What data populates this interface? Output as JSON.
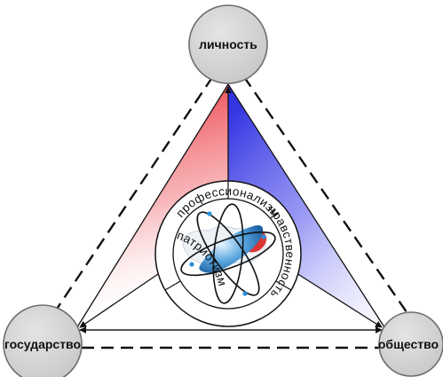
{
  "nodes": {
    "top": "личность",
    "left": "государство",
    "right": "общество"
  },
  "ring_words": {
    "top": "профессионализм",
    "right": "нравственность",
    "left": "патриотизм"
  },
  "colors": {
    "red_gradient": "#e8202a",
    "blue_gradient": "#2a2ae0",
    "node_fill": "#d9d9d9",
    "line": "#111111",
    "logo_red": "#d82020",
    "logo_blue": "#2a8fd8"
  }
}
